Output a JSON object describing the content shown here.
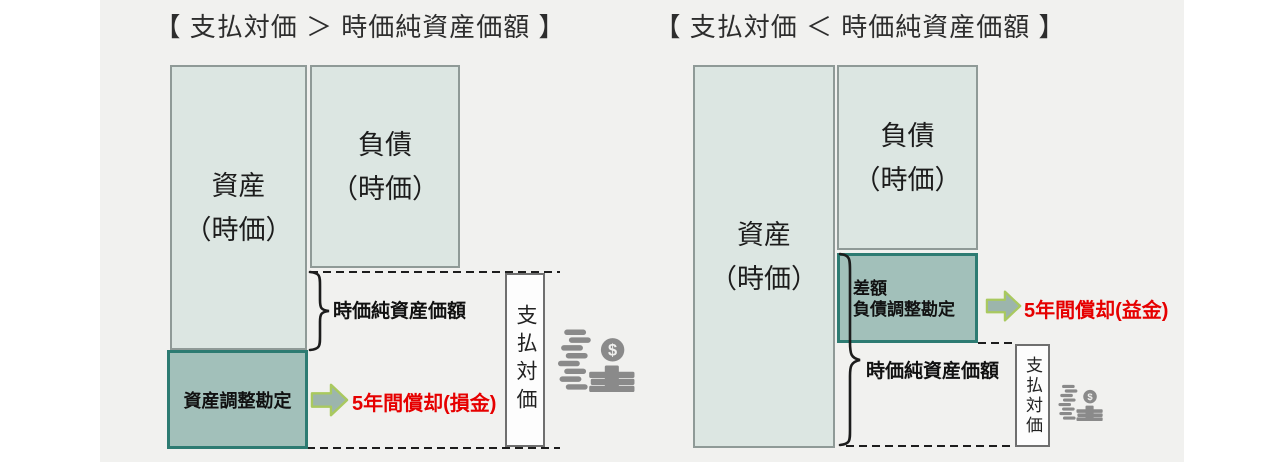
{
  "left": {
    "title": "【 支払対価 ＞ 時価純資産価額 】",
    "assets": {
      "line1": "資産",
      "line2": "（時価）"
    },
    "liabilities": {
      "line1": "負債",
      "line2": "（時価）"
    },
    "net_assets_label": "時価純資産価額",
    "adjustment_account": "資産調整勘定",
    "amortization": "5年間償却(損金)",
    "payment": "支払対価"
  },
  "right": {
    "title": "【 支払対価 ＜ 時価純資産価額 】",
    "assets": {
      "line1": "資産",
      "line2": "（時価）"
    },
    "liabilities": {
      "line1": "負債",
      "line2": "（時価）"
    },
    "diff": {
      "line1": "差額",
      "line2": "負債調整勘定"
    },
    "net_assets_label": "時価純資産価額",
    "amortization": "5年間償却(益金)",
    "payment": "支払対価"
  },
  "icons": {
    "dollar_symbol": "$"
  },
  "colors": {
    "panel_bg": "#f1f1ef",
    "box_fill": "#dce6e2",
    "box_border": "#8f9a97",
    "highlight_fill": "#a2c0ba",
    "highlight_border": "#2d7b72",
    "arrow_fill": "#9cb5ac",
    "arrow_border": "#a9c95f",
    "red_text": "#e60000",
    "icon_gray": "#8a8a8a"
  }
}
